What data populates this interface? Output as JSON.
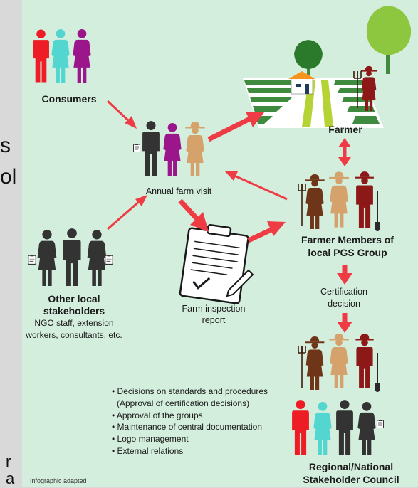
{
  "labels": {
    "consumers": "Consumers",
    "farmer": "Farmer",
    "annual_visit": "Annual farm visit",
    "farmer_members_1": "Farmer Members of",
    "farmer_members_2": "local PGS Group",
    "inspection_1": "Farm inspection",
    "inspection_2": "report",
    "certification_1": "Certification",
    "certification_2": "decision",
    "other_1": "Other local",
    "other_2": "stakeholders",
    "other_sub_1": "NGO staff, extension",
    "other_sub_2": "workers, consultants, etc.",
    "council_1": "Regional/National",
    "council_2": "Stakeholder Council"
  },
  "council_duties": [
    "• Decisions on standards and procedures",
    "(Approval of certification decisions)",
    "• Approval of the groups",
    "• Maintenance of central documentation",
    "• Logo management",
    "• External relations"
  ],
  "credit": "Infographic adapted",
  "cutoff_text": {
    "s": "s",
    "l": "ol",
    "r": "r",
    "a": "a"
  },
  "colors": {
    "panel_bg": "#d4eedd",
    "arrow": "#ee3b44",
    "red_person": "#ee1c25",
    "teal_person": "#52d6cf",
    "purple_person": "#9b168a",
    "dark_person": "#333333",
    "tan_person": "#d6a26b",
    "brown_person": "#6f3518",
    "maroon_person": "#8c1818"
  },
  "icons": [
    "farm-field-icon",
    "tree-icon",
    "farmhouse-icon",
    "pitchfork-icon",
    "shovel-icon",
    "clipboard-icon",
    "pen-icon"
  ]
}
